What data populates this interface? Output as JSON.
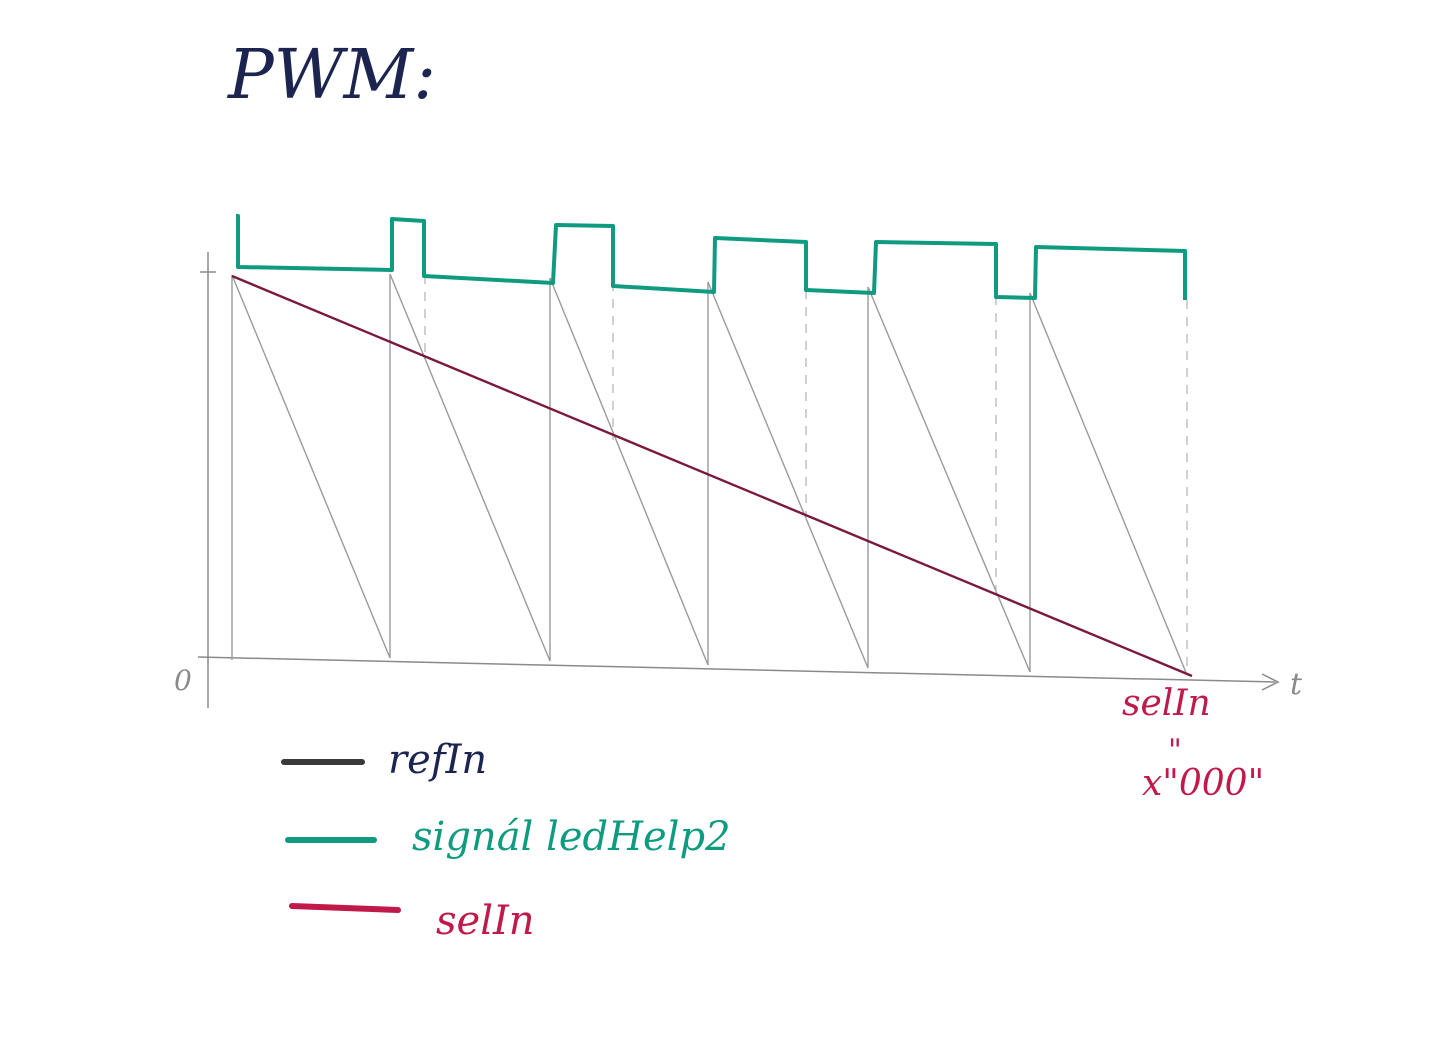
{
  "title": "PWM:",
  "axis": {
    "origin_label": "0",
    "x_label": "t"
  },
  "annotation": {
    "line1": "selIn",
    "line2": "\"",
    "line3": "x\"000\""
  },
  "legend": [
    {
      "label": "refIn",
      "color": "#3a3a3a"
    },
    {
      "label": "signál ledHelp2",
      "color": "#0f9b80"
    },
    {
      "label": "selIn",
      "color": "#c01a4a"
    }
  ],
  "colors": {
    "title": "#1c2550",
    "ref": "#9a9a9a",
    "signal": "#0f9b80",
    "sel_line": "#7a1a3a",
    "annotation": "#c01a4a",
    "axis": "#8a8a8a",
    "legend_text_ref": "#1c2550"
  }
}
